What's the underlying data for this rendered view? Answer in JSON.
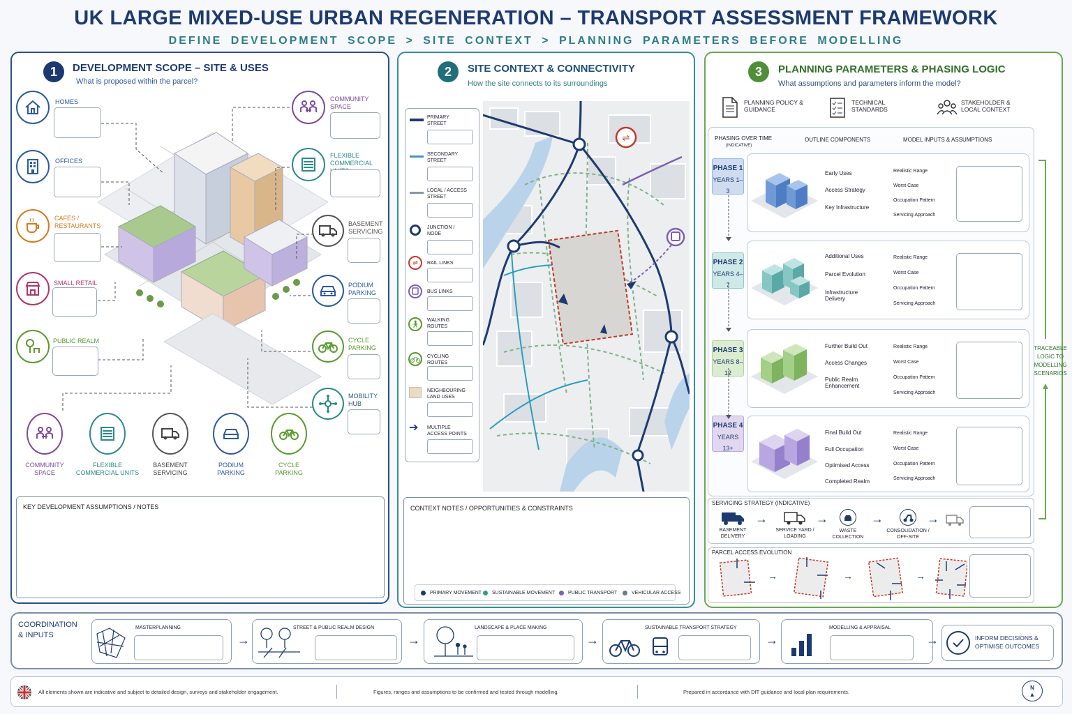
{
  "header": {
    "title": "UK LARGE MIXED-USE URBAN REGENERATION – TRANSPORT ASSESSMENT FRAMEWORK",
    "subtitle": "DEFINE DEVELOPMENT SCOPE  >  SITE CONTEXT  >  PLANNING PARAMETERS BEFORE MODELLING"
  },
  "panel1": {
    "number": "1",
    "title": "DEVELOPMENT SCOPE – SITE & USES",
    "subtitle": "What is proposed within the parcel?",
    "left_uses": [
      {
        "label": "HOMES",
        "icon": "house-icon",
        "color": "#2b5aa0"
      },
      {
        "label": "OFFICES",
        "icon": "office-building-icon",
        "color": "#2b5aa0"
      },
      {
        "label": "CAFÉS / RESTAURANTS",
        "icon": "coffee-cup-icon",
        "color": "#d77a1f"
      },
      {
        "label": "SMALL RETAIL",
        "icon": "shop-icon",
        "color": "#b0356a"
      },
      {
        "label": "PUBLIC REALM",
        "icon": "park-bench-icon",
        "color": "#5a9a2f"
      }
    ],
    "right_uses": [
      {
        "label": "COMMUNITY SPACE",
        "icon": "people-icon",
        "color": "#7d4a9e"
      },
      {
        "label": "FLEXIBLE COMMERCIAL UNITS",
        "icon": "shutter-icon",
        "color": "#2b8a8a"
      },
      {
        "label": "BASEMENT SERVICING",
        "icon": "van-icon",
        "color": "#555"
      },
      {
        "label": "PODIUM PARKING",
        "icon": "car-icon",
        "color": "#2b5aa0"
      },
      {
        "label": "CYCLE PARKING",
        "icon": "bicycle-icon",
        "color": "#5a9a2f"
      },
      {
        "label": "MOBILITY HUB",
        "icon": "hub-icon",
        "color": "#2b8a8a"
      }
    ],
    "bottom_uses": [
      {
        "label": "COMMUNITY SPACE",
        "icon": "people-icon",
        "color": "#7d4a9e"
      },
      {
        "label": "FLEXIBLE COMMERCIAL UNITS",
        "icon": "shutter-icon",
        "color": "#2b8a8a"
      },
      {
        "label": "BASEMENT SERVICING",
        "icon": "van-icon",
        "color": "#555"
      },
      {
        "label": "PODIUM PARKING",
        "icon": "car-icon",
        "color": "#2b5aa0"
      },
      {
        "label": "CYCLE PARKING",
        "icon": "bicycle-icon",
        "color": "#5a9a2f"
      }
    ],
    "notes_title": "KEY DEVELOPMENT ASSUMPTIONS / NOTES"
  },
  "panel2": {
    "number": "2",
    "title": "SITE CONTEXT & CONNECTIVITY",
    "subtitle": "How the site connects to its surroundings",
    "legend": [
      {
        "label": "PRIMARY STREET",
        "icon": "primary-street-icon"
      },
      {
        "label": "SECONDARY STREET",
        "icon": "secondary-street-icon"
      },
      {
        "label": "LOCAL / ACCESS STREET",
        "icon": "local-street-icon"
      },
      {
        "label": "JUNCTION / NODE",
        "icon": "junction-icon"
      },
      {
        "label": "RAIL LINKS",
        "icon": "rail-icon"
      },
      {
        "label": "BUS LINKS",
        "icon": "bus-icon"
      },
      {
        "label": "WALKING ROUTES",
        "icon": "walking-icon"
      },
      {
        "label": "CYCLING ROUTES",
        "icon": "cycling-icon"
      },
      {
        "label": "NEIGHBOURING LAND USES",
        "icon": "land-use-icon"
      },
      {
        "label": "MULTIPLE ACCESS POINTS",
        "icon": "access-arrow-icon"
      }
    ],
    "notes_title": "CONTEXT NOTES / OPPORTUNITIES & CONSTRAINTS",
    "movement_key": [
      {
        "label": "PRIMARY MOVEMENT",
        "color": "#1d3a70"
      },
      {
        "label": "SUSTAINABLE MOVEMENT",
        "color": "#2a9d8f"
      },
      {
        "label": "PUBLIC TRANSPORT",
        "color": "#7b5fb3"
      },
      {
        "label": "VEHICULAR ACCESS",
        "color": "#6b7a8c"
      }
    ]
  },
  "panel3": {
    "number": "3",
    "title": "PLANNING PARAMETERS & PHASING LOGIC",
    "subtitle": "What assumptions and parameters inform the model?",
    "sources": [
      {
        "label": "PLANNING POLICY & GUIDANCE",
        "icon": "document-icon"
      },
      {
        "label": "TECHNICAL STANDARDS",
        "icon": "checklist-icon"
      },
      {
        "label": "STAKEHOLDER & LOCAL CONTEXT",
        "icon": "stakeholders-icon"
      }
    ],
    "col_phasing": "PHASING OVER TIME",
    "col_phasing_note": "(INDICATIVE)",
    "col_components": "OUTLINE COMPONENTS",
    "col_inputs": "MODEL INPUTS & ASSUMPTIONS",
    "phases": [
      {
        "name": "PHASE 1",
        "years": "YEARS 1–3",
        "color": "#3b6fc4",
        "components": [
          "Early Uses",
          "Access Strategy",
          "Key Infrastructure"
        ]
      },
      {
        "name": "PHASE 2",
        "years": "YEARS 4–7",
        "color": "#3aa0a0",
        "components": [
          "Additional Uses",
          "Parcel Evolution",
          "Infrastructure Delivery"
        ]
      },
      {
        "name": "PHASE 3",
        "years": "YEARS 8–12",
        "color": "#6aa84f",
        "components": [
          "Further Build Out",
          "Access Changes",
          "Public Realm Enhancement"
        ]
      },
      {
        "name": "PHASE 4",
        "years": "YEARS 13+",
        "color": "#8c6fc4",
        "components": [
          "Final Build Out",
          "Full Occupation",
          "Optimised Access",
          "Completed Realm"
        ]
      }
    ],
    "inputs": [
      "Realistic Range",
      "Worst Case",
      "Occupation Pattern",
      "Servicing Approach"
    ],
    "side_note": "TRACEABLE LOGIC TO MODELLING SCENARIOS",
    "servicing_title": "SERVICING STRATEGY (INDICATIVE)",
    "servicing_steps": [
      {
        "label": "BASEMENT DELIVERY",
        "icon": "truck-icon"
      },
      {
        "label": "SERVICE YARD / LOADING",
        "icon": "delivery-van-icon"
      },
      {
        "label": "WASTE COLLECTION",
        "icon": "waste-icon"
      },
      {
        "label": "CONSOLIDATION / OFF-SITE",
        "icon": "courier-icon"
      },
      {
        "label": "",
        "icon": "van-small-icon"
      }
    ],
    "access_title": "PARCEL ACCESS EVOLUTION"
  },
  "coordination": {
    "title": "COORDINATION & INPUTS",
    "steps": [
      {
        "label": "MASTERPLANNING",
        "icon": "masterplan-icon"
      },
      {
        "label": "STREET & PUBLIC REALM DESIGN",
        "icon": "street-design-icon"
      },
      {
        "label": "LANDSCAPE & PLACE MAKING",
        "icon": "tree-icon"
      },
      {
        "label": "SUSTAINABLE TRANSPORT STRATEGY",
        "icon": "bike-bus-icon"
      },
      {
        "label": "MODELLING & APPRAISAL",
        "icon": "bar-chart-icon"
      }
    ],
    "outcome": "INFORM DECISIONS & OPTIMISE OUTCOMES"
  },
  "footer": {
    "note1": "All elements shown are indicative and subject to detailed design, surveys and stakeholder engagement.",
    "note2": "Figures, ranges and assumptions to be confirmed and tested through modelling.",
    "note3": "Prepared in accordance with DfT guidance and local plan requirements.",
    "north": "N"
  }
}
